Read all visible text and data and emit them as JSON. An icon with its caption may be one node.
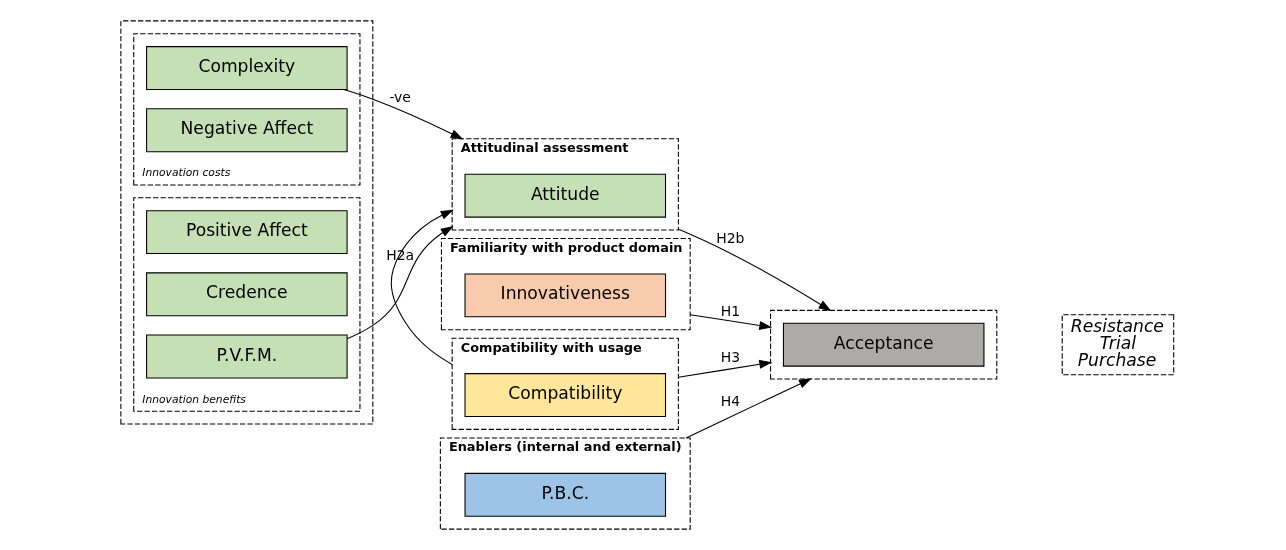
{
  "diagram": {
    "nodes": [
      {
        "text": [],
        "shape": "box"
      },
      {
        "text": [
          "Innovation costs"
        ],
        "in": 0
      },
      {
        "text": [
          "Complexity"
        ],
        "in": 1
      },
      {
        "text": [
          "Negative Affect"
        ],
        "in": 1
      },
      {
        "text": [
          "Innovation benefits"
        ],
        "in": 0
      },
      {
        "text": [
          "Positive Affect"
        ],
        "in": 4
      },
      {
        "text": [
          "Credence"
        ],
        "in": 4
      },
      {
        "text": [
          "P.V.F.M."
        ],
        "in": 4
      },
      {
        "text": [
          "Familiarity with product domain"
        ]
      },
      {
        "text": [
          "Innovativeness"
        ],
        "in": 8
      },
      {
        "text": [
          "Attitudinal assessment"
        ]
      },
      {
        "text": [
          "Attitude"
        ],
        "in": 10
      },
      {
        "text": [
          "Compatibility with usage"
        ]
      },
      {
        "text": [
          "Compatibility"
        ],
        "in": 12
      },
      {
        "text": [
          "Enablers (internal and external)"
        ]
      },
      {
        "text": [
          "P.B.C."
        ],
        "in": 14
      },
      {
        "text": [],
        "shape": "box"
      },
      {
        "text": [
          "Acceptance"
        ],
        "in": 16
      },
      {
        "text": [
          "Resistance Trial Purchase"
        ]
      }
    ],
    "edges": [
      {
        "from": 2,
        "to": 10,
        "arrow": "to",
        "label": "-ve"
      },
      {
        "from": 7,
        "to": 10,
        "arrow": "to",
        "label": "H2a"
      },
      {
        "from": 12,
        "to": 10,
        "arrow": "to"
      },
      {
        "from": 8,
        "to": 16,
        "arrow": "to",
        "label": "H1"
      },
      {
        "from": 10,
        "to": 16,
        "arrow": "to",
        "label": "H2b"
      },
      {
        "from": 12,
        "to": 16,
        "arrow": "to",
        "label": "H3"
      },
      {
        "from": 14,
        "to": 16,
        "arrow": "to",
        "label": "H4"
      }
    ]
  }
}
